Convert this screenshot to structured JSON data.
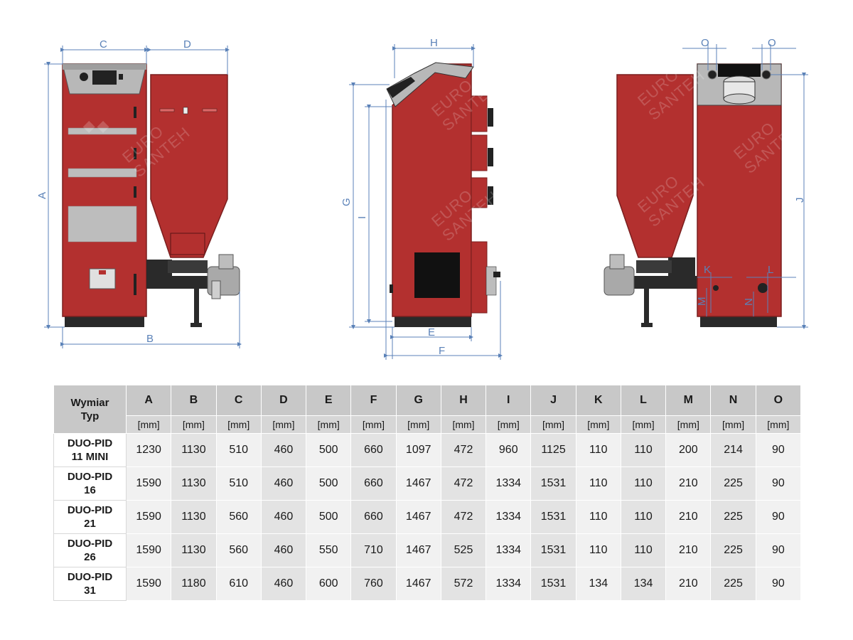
{
  "drawing": {
    "labels": {
      "A": "A",
      "B": "B",
      "C": "C",
      "D": "D",
      "E": "E",
      "F": "F",
      "G": "G",
      "H": "H",
      "I": "I",
      "J": "J",
      "K": "K",
      "L": "L",
      "M": "M",
      "N": "N",
      "O1": "O",
      "O2": "O"
    },
    "watermark_line1": "EURO",
    "watermark_line2": "SANTEH",
    "colors": {
      "boiler_red": "#b3302f",
      "dimension_blue": "#5b82b8",
      "panel_grey": "#b8b8b8",
      "base_dark": "#2a2a2a"
    }
  },
  "table": {
    "corner_line1": "Wymiar",
    "corner_line2": "Typ",
    "columns": [
      "A",
      "B",
      "C",
      "D",
      "E",
      "F",
      "G",
      "H",
      "I",
      "J",
      "K",
      "L",
      "M",
      "N",
      "O"
    ],
    "unit": "[mm]",
    "rows": [
      {
        "line1": "DUO-PID",
        "line2": "11 MINI",
        "values": [
          "1230",
          "1130",
          "510",
          "460",
          "500",
          "660",
          "1097",
          "472",
          "960",
          "1125",
          "110",
          "110",
          "200",
          "214",
          "90"
        ]
      },
      {
        "line1": "DUO-PID",
        "line2": "16",
        "values": [
          "1590",
          "1130",
          "510",
          "460",
          "500",
          "660",
          "1467",
          "472",
          "1334",
          "1531",
          "110",
          "110",
          "210",
          "225",
          "90"
        ]
      },
      {
        "line1": "DUO-PID",
        "line2": "21",
        "values": [
          "1590",
          "1130",
          "560",
          "460",
          "500",
          "660",
          "1467",
          "472",
          "1334",
          "1531",
          "110",
          "110",
          "210",
          "225",
          "90"
        ]
      },
      {
        "line1": "DUO-PID",
        "line2": "26",
        "values": [
          "1590",
          "1130",
          "560",
          "460",
          "550",
          "710",
          "1467",
          "525",
          "1334",
          "1531",
          "110",
          "110",
          "210",
          "225",
          "90"
        ]
      },
      {
        "line1": "DUO-PID",
        "line2": "31",
        "values": [
          "1590",
          "1180",
          "610",
          "460",
          "600",
          "760",
          "1467",
          "572",
          "1334",
          "1531",
          "134",
          "134",
          "210",
          "225",
          "90"
        ]
      }
    ]
  }
}
